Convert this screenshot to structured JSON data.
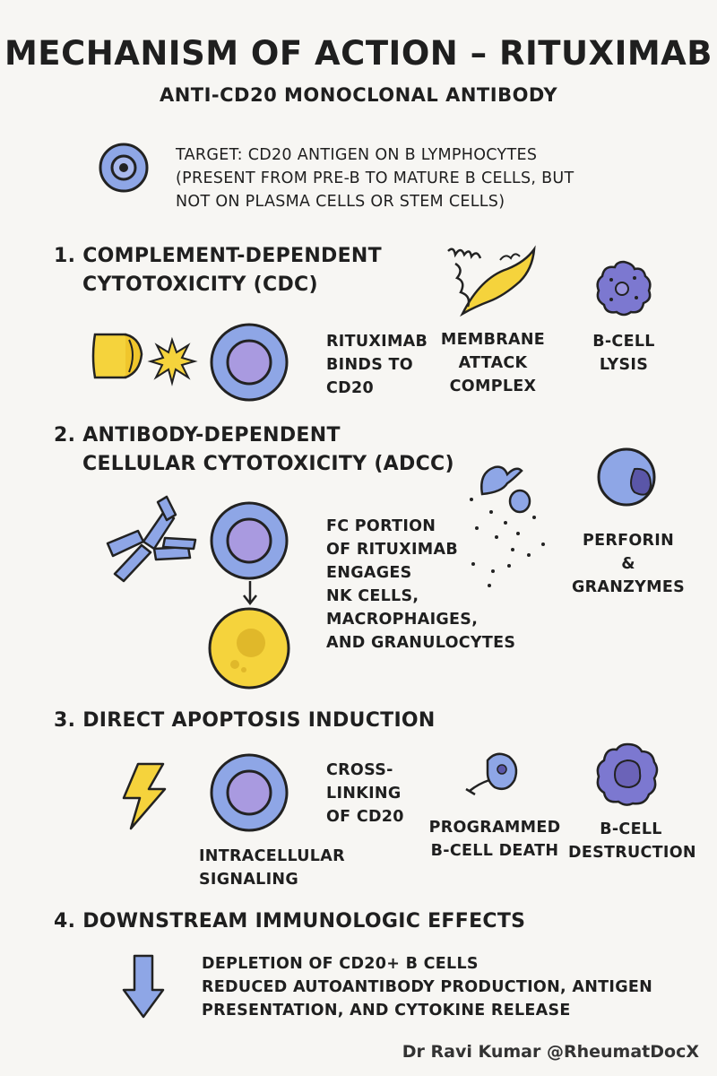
{
  "header": {
    "title": "MECHANISM OF ACTION – RITUXIMAB",
    "subtitle": "ANTI-CD20 MONOCLONAL ANTIBODY"
  },
  "target": {
    "icon": "target-cell-icon",
    "lines": [
      "TARGET: CD20 ANTIGEN ON B LYMPHOCYTES",
      "(PRESENT FROM PRE-B TO MATURE B CELLS, BUT",
      "NOT ON PLASMA CELLS OR STEM CELLS)"
    ]
  },
  "section1": {
    "heading_lines": [
      "1. COMPLEMENT-DEPENDENT",
      "CYTOTOXICITY (CDC)"
    ],
    "binds_lines": [
      "RITUXIMAB",
      "BINDS TO",
      "CD20"
    ],
    "mac_lines": [
      "MEMBRANE",
      "ATTACK",
      "COMPLEX"
    ],
    "lysis_lines": [
      "B-CELL",
      "LYSIS"
    ]
  },
  "section2": {
    "heading_lines": [
      "2. ANTIBODY-DEPENDENT",
      "CELLULAR CYTOTOXICITY (ADCC)"
    ],
    "fc_lines": [
      "FC PORTION",
      "OF RITUXIMAB",
      "ENGAGES",
      "NK CELLS,",
      "MACROPHAIGES,",
      "AND GRANULOCYTES"
    ],
    "perforin_lines": [
      "PERFORIN",
      "&",
      "GRANZYMES"
    ]
  },
  "section3": {
    "heading": "3. DIRECT APOPTOSIS INDUCTION",
    "crosslink_lines": [
      "CROSS-",
      "LINKING",
      "OF CD20"
    ],
    "signaling_lines": [
      "INTRACELLULAR",
      "SIGNALING"
    ],
    "death_lines": [
      "PROGRAMMED",
      "B-CELL DEATH"
    ],
    "destruction_lines": [
      "B-CELL",
      "DESTRUCTION"
    ]
  },
  "section4": {
    "heading": "4. DOWNSTREAM IMMUNOLOGIC EFFECTS",
    "lines": [
      "DEPLETION OF CD20+ B CELLS",
      "REDUCED AUTOANTIBODY PRODUCTION, ANTIGEN",
      "PRESENTATION, AND CYTOKINE RELEASE"
    ]
  },
  "credit": "Dr Ravi Kumar @RheumatDocX",
  "colors": {
    "blue": "#8ea6e6",
    "purple": "#a99ae0",
    "yellow": "#f5d33c",
    "outline": "#222222",
    "dark_purple": "#6b63b8"
  }
}
